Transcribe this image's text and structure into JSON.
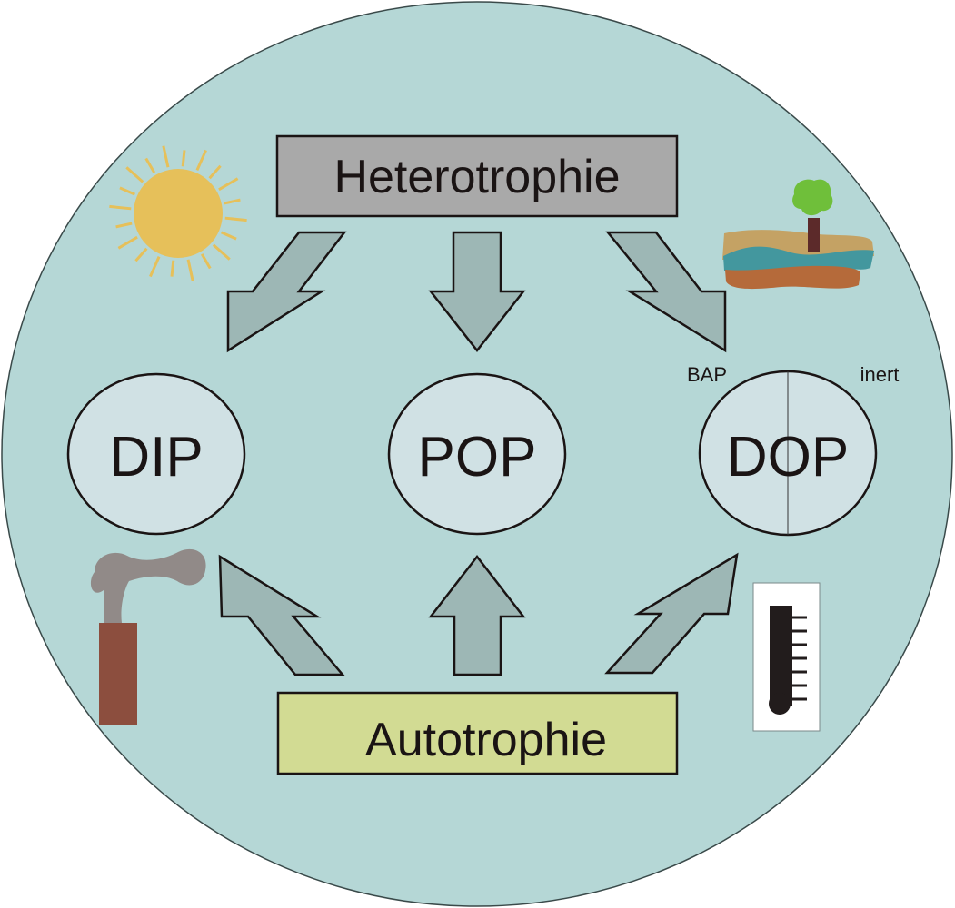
{
  "title_top": "Heterotrophie",
  "title_bottom": "Autotrophie",
  "pools": {
    "dip": "DIP",
    "pop": "POP",
    "dop": "DOP",
    "dop_left_label": "BAP",
    "dop_right_label": "inert"
  },
  "colors": {
    "background_circle": "#b5d7d6",
    "arrow_fill": "#9db7b5",
    "pool_fill": "#d0e1e4",
    "heterotrophie_fill": "#a9a9a9",
    "autotrophie_fill": "#d2db93",
    "sun": "#e6c05a"
  },
  "icons": [
    "sun-icon",
    "landscape-icon",
    "factory-chimney-icon",
    "thermometer-icon"
  ]
}
